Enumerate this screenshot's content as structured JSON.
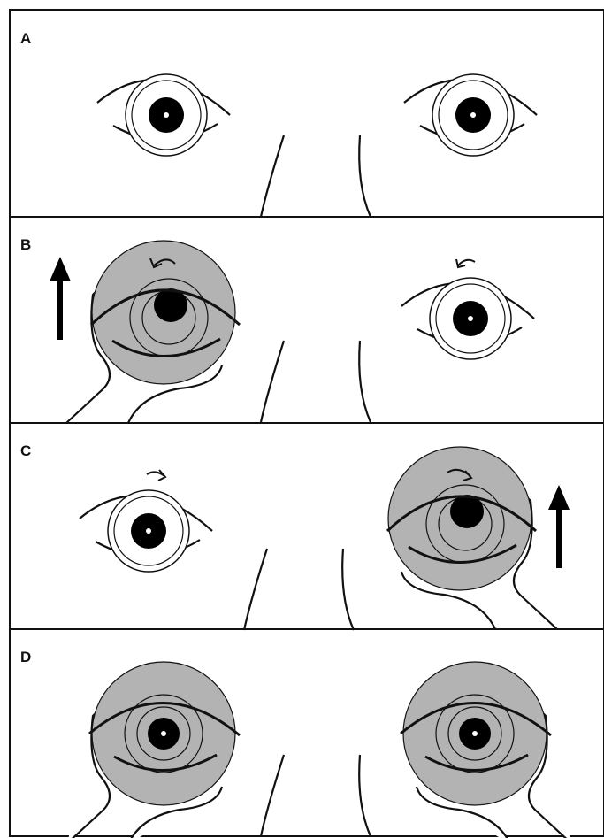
{
  "figure": {
    "panels": [
      {
        "label": "A"
      },
      {
        "label": "B"
      },
      {
        "label": "C"
      },
      {
        "label": "D"
      }
    ]
  },
  "colors": {
    "ink": "#111111",
    "background": "#ffffff",
    "occluder": "#b3b3b3"
  }
}
